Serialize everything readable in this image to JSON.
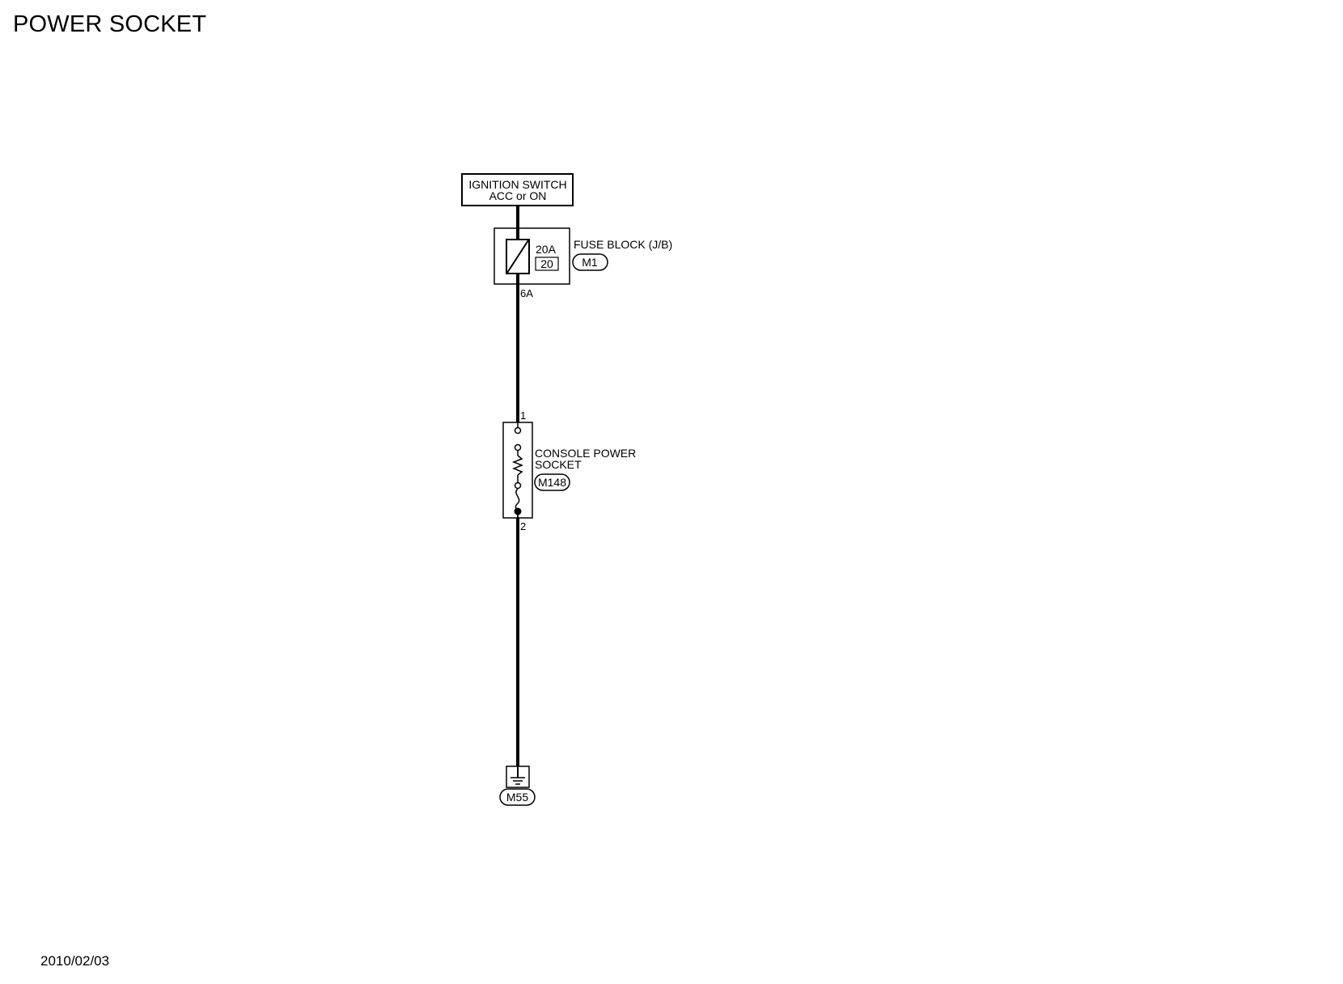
{
  "title": "POWER SOCKET",
  "footer": {
    "date": "2010/02/03"
  },
  "colors": {
    "line": "#000000",
    "background": "#ffffff"
  },
  "ignition_switch": {
    "line1": "IGNITION SWITCH",
    "line2": "ACC or ON"
  },
  "fuse_block": {
    "name": "FUSE BLOCK (J/B)",
    "connector": "M1",
    "fuse_rating": "20A",
    "fuse_number": "20",
    "output_terminal": "6A"
  },
  "console_power_socket": {
    "name_line1": "CONSOLE POWER",
    "name_line2": "SOCKET",
    "connector": "M148",
    "pin_top": "1",
    "pin_bottom": "2"
  },
  "ground": {
    "connector": "M55",
    "icon": "ground-icon"
  }
}
